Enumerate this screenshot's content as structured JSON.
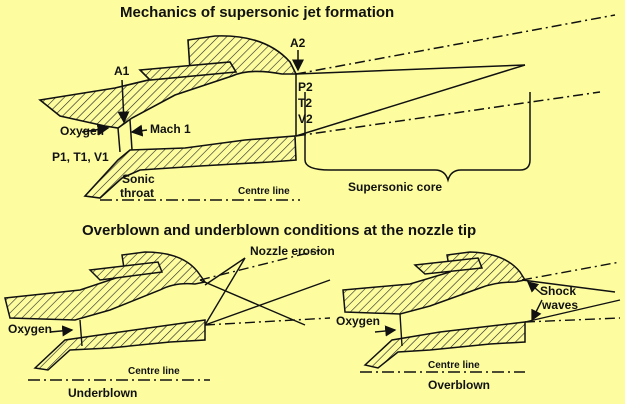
{
  "colors": {
    "background": "#fdfda0",
    "ink": "#111111",
    "hatch": "#222222"
  },
  "top": {
    "title": "Mechanics of supersonic jet formation",
    "labels": {
      "a1": "A1",
      "a2": "A2",
      "oxygen": "Oxygen",
      "inlet_state": "P1, T1, V1",
      "mach": "Mach 1",
      "p2": "P2",
      "t2": "T2",
      "v2": "V2",
      "sonic": "Sonic",
      "throat": "throat",
      "centre_line": "Centre line",
      "supersonic_core": "Supersonic core"
    }
  },
  "bottom": {
    "title": "Overblown and underblown conditions at the nozzle tip",
    "left": {
      "oxygen": "Oxygen",
      "nozzle_erosion": "Nozzle erosion",
      "centre_line": "Centre line",
      "caption": "Underblown"
    },
    "right": {
      "oxygen": "Oxygen",
      "shock": "Shock",
      "waves": "waves",
      "centre_line": "Centre line",
      "caption": "Overblown"
    }
  }
}
